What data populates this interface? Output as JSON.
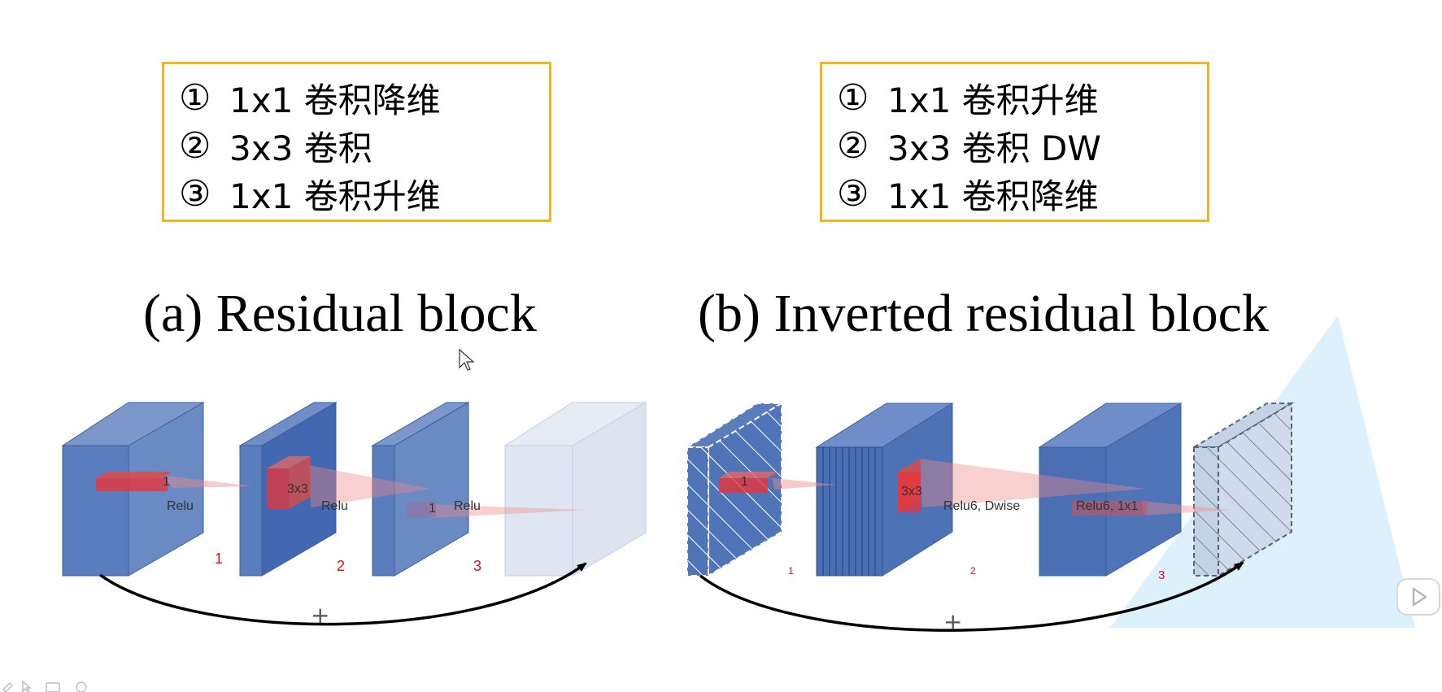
{
  "residual": {
    "steps": [
      {
        "num": "①",
        "text": "1x1 卷积降维"
      },
      {
        "num": "②",
        "text": "3x3 卷积"
      },
      {
        "num": "③",
        "text": "1x1 卷积升维"
      }
    ],
    "title": "(a) Residual block",
    "kernel_labels": [
      "1",
      "3x3",
      "1"
    ],
    "activation_labels": [
      "Relu",
      "Relu",
      "Relu"
    ],
    "stage_numbers": [
      "1",
      "2",
      "3"
    ],
    "sum_symbol": "+"
  },
  "inverted": {
    "steps": [
      {
        "num": "①",
        "text": "1x1 卷积升维"
      },
      {
        "num": "②",
        "text": "3x3 卷积 DW"
      },
      {
        "num": "③",
        "text": "1x1 卷积降维"
      }
    ],
    "title": "(b) Inverted residual block",
    "kernel_labels": [
      "1",
      "3x3"
    ],
    "activation_labels": [
      "Relu6, Dwise",
      "Relu6, 1x1"
    ],
    "stage_numbers": [
      "1",
      "2",
      "3"
    ],
    "sum_symbol": "+"
  },
  "colors": {
    "border": "#f2b51d",
    "block_blue": "#4f74b8",
    "block_blue_dark": "#3d64ab",
    "block_faded": "#dfe6f1",
    "kernel_red": "#e8343b",
    "stage_red": "#e01010",
    "cone_blue": "#d6eefc"
  },
  "icons": [
    "play-icon",
    "pen-icon",
    "pointer-icon",
    "image-icon",
    "zoom-icon",
    "mouse-cursor-icon"
  ]
}
